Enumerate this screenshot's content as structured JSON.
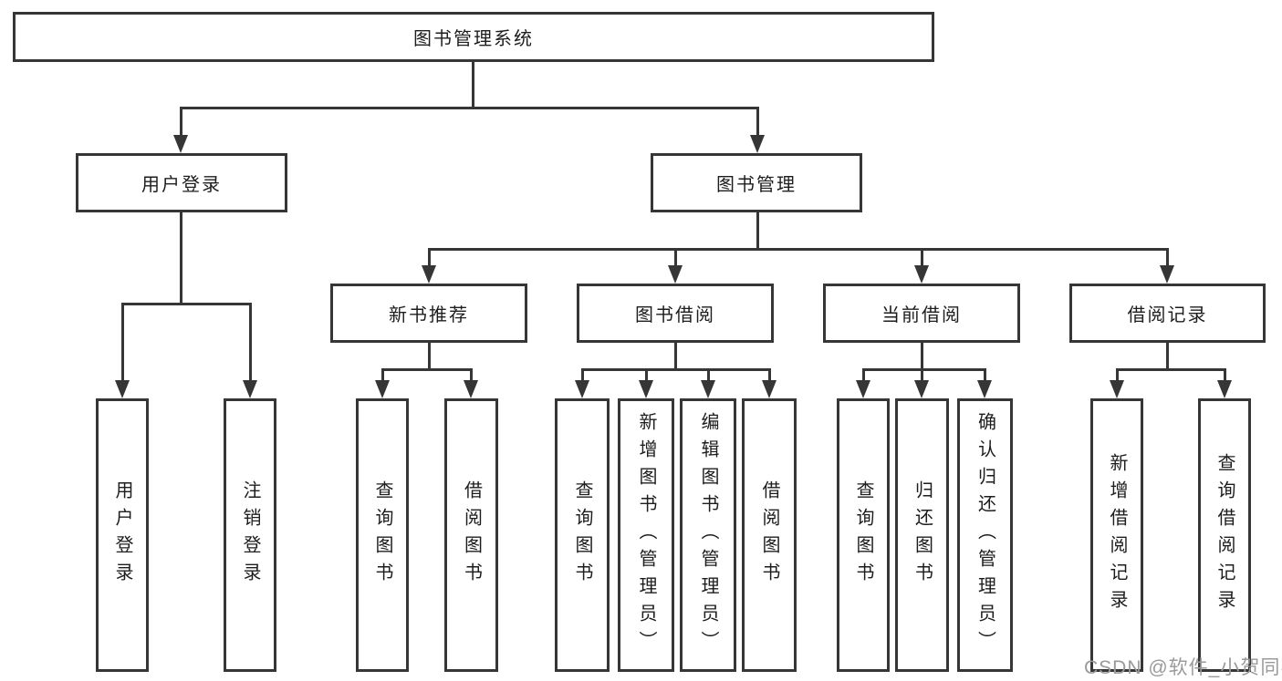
{
  "root": {
    "label": "图书管理系统"
  },
  "branches": {
    "user_login": {
      "label": "用户登录",
      "children": [
        "用户登录",
        "注销登录"
      ]
    },
    "book_mgmt": {
      "label": "图书管理",
      "groups": {
        "new_books": {
          "label": "新书推荐",
          "children": [
            "查询图书",
            "借阅图书"
          ]
        },
        "book_borrow": {
          "label": "图书借阅",
          "children": [
            "查询图书",
            "新增图书（管理员）",
            "编辑图书（管理员）",
            "借阅图书"
          ]
        },
        "current_borrow": {
          "label": "当前借阅",
          "children": [
            "查询图书",
            "归还图书",
            "确认归还（管理员）"
          ]
        },
        "borrow_records": {
          "label": "借阅记录",
          "children": [
            "新增借阅记录",
            "查询借阅记录"
          ]
        }
      }
    }
  },
  "watermark": "CSDN @软件_小贺同学",
  "colors": {
    "line": "#363636",
    "text": "#1d1d1d",
    "watermark": "#9a9a9a",
    "background": "#ffffff"
  }
}
